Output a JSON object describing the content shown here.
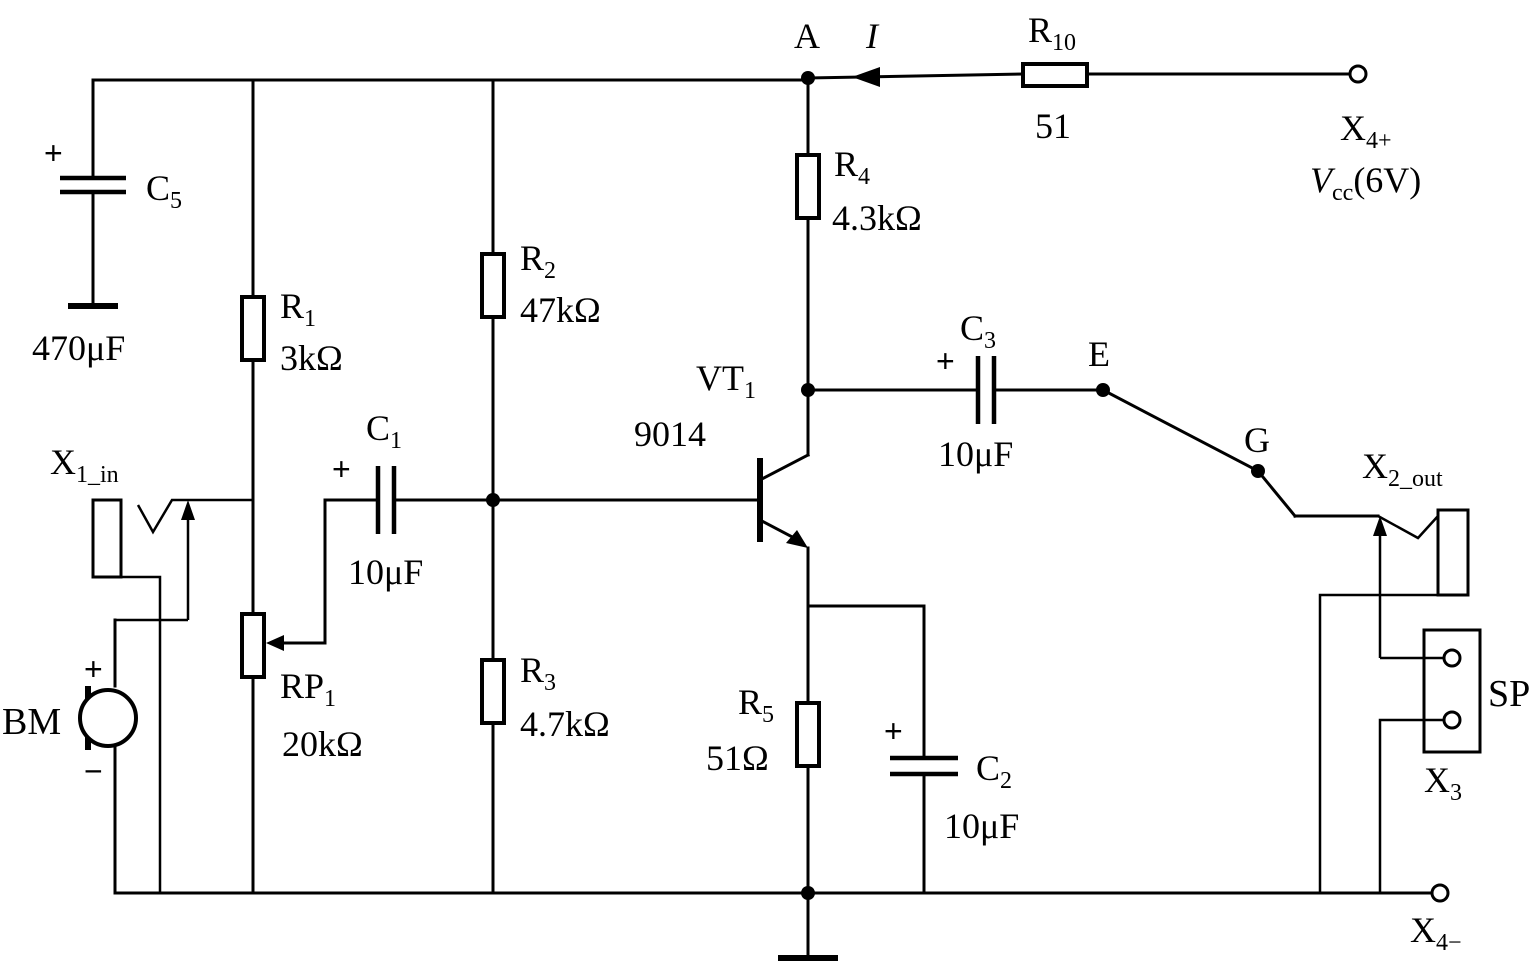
{
  "labels": {
    "node_a": "A",
    "current": "I",
    "node_e": "E",
    "node_g": "G"
  },
  "components": {
    "r10": {
      "name": "R",
      "sub": "10",
      "value": "51"
    },
    "r4": {
      "name": "R",
      "sub": "4",
      "value": "4.3kΩ"
    },
    "r2": {
      "name": "R",
      "sub": "2",
      "value": "47kΩ"
    },
    "r1": {
      "name": "R",
      "sub": "1",
      "value": "3kΩ"
    },
    "r3": {
      "name": "R",
      "sub": "3",
      "value": "4.7kΩ"
    },
    "r5": {
      "name": "R",
      "sub": "5",
      "value": "51Ω"
    },
    "rp1": {
      "name": "RP",
      "sub": "1",
      "value": "20kΩ"
    },
    "c5": {
      "name": "C",
      "sub": "5",
      "value": "470μF"
    },
    "c1": {
      "name": "C",
      "sub": "1",
      "value": "10μF"
    },
    "c2": {
      "name": "C",
      "sub": "2",
      "value": "10μF"
    },
    "c3": {
      "name": "C",
      "sub": "3",
      "value": "10μF"
    },
    "vt1": {
      "name": "VT",
      "sub": "1",
      "part": "9014"
    },
    "bm": {
      "name": "BM"
    },
    "sp": {
      "name": "SP"
    }
  },
  "terminals": {
    "x4p": {
      "name": "X",
      "sub": "4+",
      "supply_v": "V",
      "supply_sub": "cc",
      "supply_val": "(6V)"
    },
    "x4m": {
      "name": "X",
      "sub": "4−"
    },
    "x1": {
      "name": "X",
      "sub": "1_in"
    },
    "x2": {
      "name": "X",
      "sub": "2_out"
    },
    "x3": {
      "name": "X",
      "sub": "3"
    }
  },
  "polarity": {
    "plus": "+",
    "minus": "−"
  }
}
